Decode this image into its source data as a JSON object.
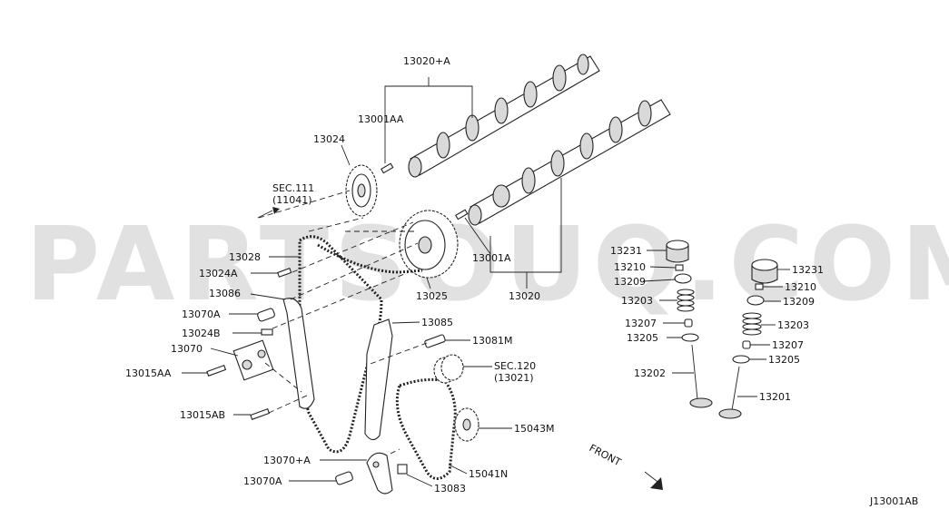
{
  "watermark": "PARTSOUQ.COM",
  "diagram_id": "J13001AB",
  "front_label": "FRONT",
  "sec111": {
    "line1": "SEC.111",
    "line2": "(11041)"
  },
  "sec120": {
    "line1": "SEC.120",
    "line2": "(13021)"
  },
  "parts": {
    "p13020A": "13020+A",
    "p13001AA": "13001AA",
    "p13024": "13024",
    "p13028": "13028",
    "p13024A": "13024A",
    "p13086": "13086",
    "p13070A": "13070A",
    "p13024B": "13024B",
    "p13070": "13070",
    "p13015AA": "13015AA",
    "p13015AB": "13015AB",
    "p13070plusA": "13070+A",
    "p13070A2": "13070A",
    "p13083": "13083",
    "p15041N": "15041N",
    "p15043M": "15043M",
    "p13081M": "13081M",
    "p13085": "13085",
    "p13025": "13025",
    "p13020": "13020",
    "p13001A": "13001A",
    "l13231": "13231",
    "l13210": "13210",
    "l13209": "13209",
    "l13203": "13203",
    "l13207": "13207",
    "l13205": "13205",
    "l13202": "13202",
    "r13231": "13231",
    "r13210": "13210",
    "r13209": "13209",
    "r13203": "13203",
    "r13207": "13207",
    "r13205": "13205",
    "r13201": "13201"
  }
}
